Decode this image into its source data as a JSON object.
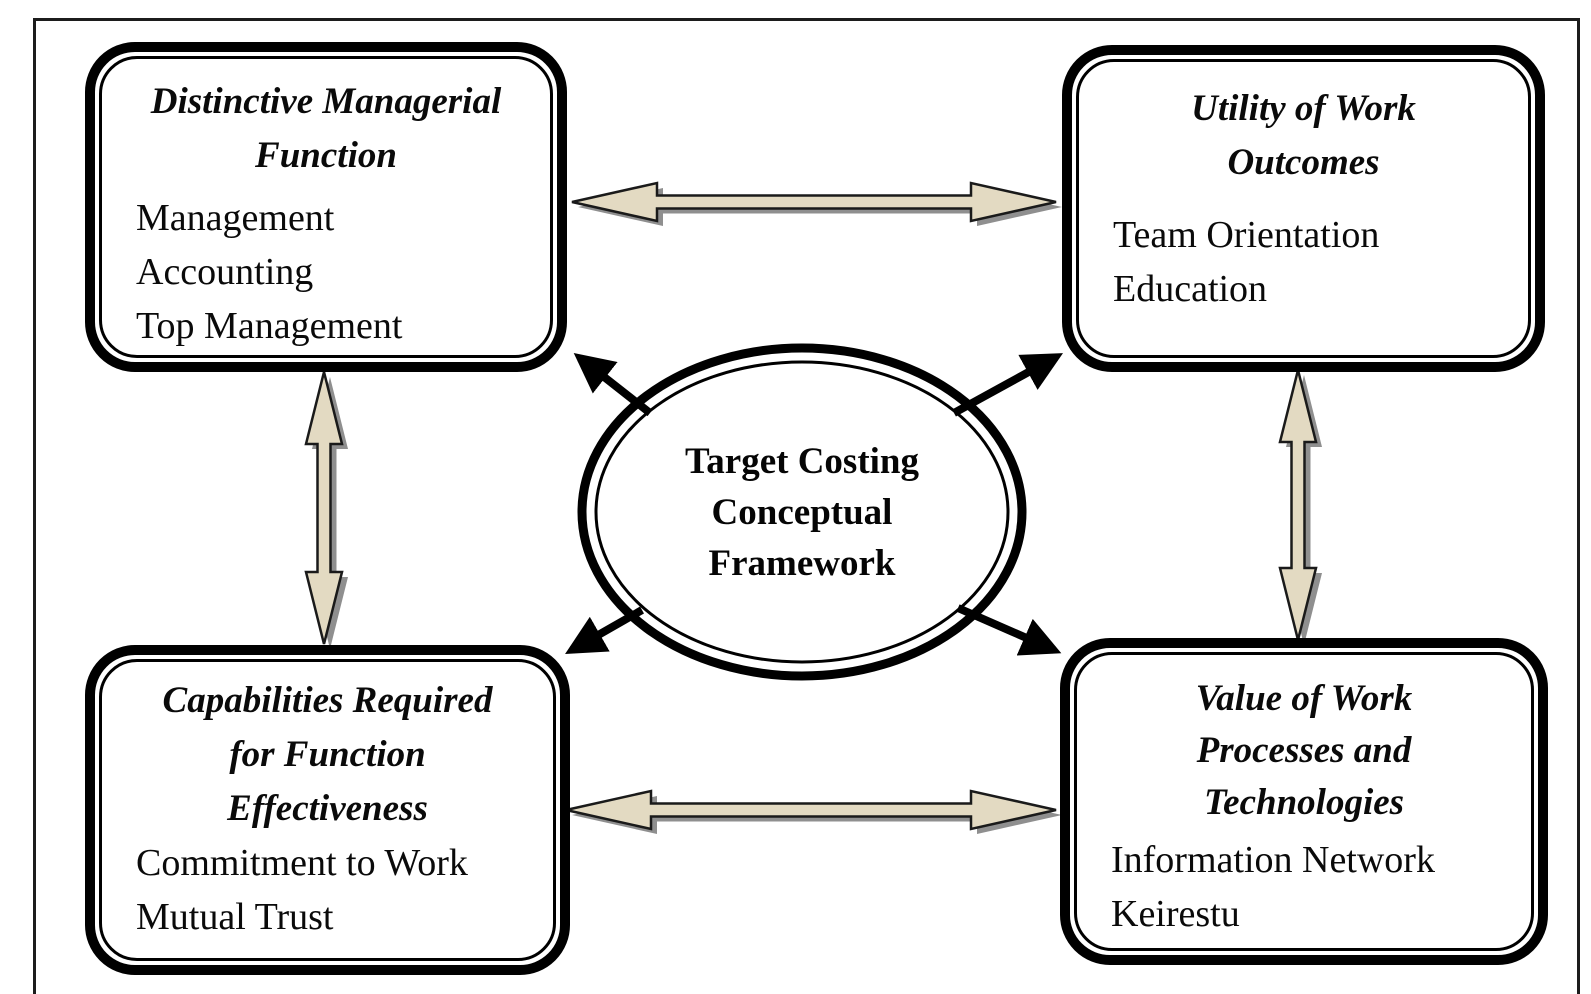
{
  "diagram_title": "Target Costing Conceptual Framework",
  "center_ellipse": {
    "line1": "Target Costing",
    "line2": "Conceptual",
    "line3": "Framework"
  },
  "boxes": {
    "top_left": {
      "title1": "Distinctive Managerial",
      "title2": "Function",
      "item1": "Management",
      "item2": "Accounting",
      "item3": "Top Management"
    },
    "top_right": {
      "title1": "Utility of Work",
      "title2": "Outcomes",
      "item1": "Team Orientation",
      "item2": "Education"
    },
    "bottom_left": {
      "title1": "Capabilities Required",
      "title2": "for Function",
      "title3": "Effectiveness",
      "item1": "Commitment to Work",
      "item2": "Mutual Trust"
    },
    "bottom_right": {
      "title1": "Value of Work",
      "title2": "Processes and",
      "title3": "Technologies",
      "item1": "Information Network",
      "item2": "Keirestu"
    }
  },
  "arrows": {
    "top_horizontal": "bidirectional beige arrow between Distinctive Managerial Function and Utility of Work Outcomes",
    "bottom_horizontal": "bidirectional beige arrow between Capabilities Required for Function Effectiveness and Value of Work Processes and Technologies",
    "left_vertical": "bidirectional beige arrow between Distinctive Managerial Function and Capabilities Required for Function Effectiveness",
    "right_vertical": "bidirectional beige arrow between Utility of Work Outcomes and Value of Work Processes and Technologies",
    "center_to_top_left": "black arrow from ellipse to top-left box",
    "center_to_top_right": "black arrow from ellipse to top-right box",
    "center_to_bottom_left": "black arrow from ellipse to bottom-left box",
    "center_to_bottom_right": "black arrow from ellipse to bottom-right box"
  },
  "colors": {
    "arrow_fill": "#e3dac2",
    "arrow_outline": "#1a1a1a",
    "arrow_shadow": "#8f8f8f",
    "diagonal_arrow": "#000000",
    "border": "#000000",
    "background": "#ffffff"
  }
}
